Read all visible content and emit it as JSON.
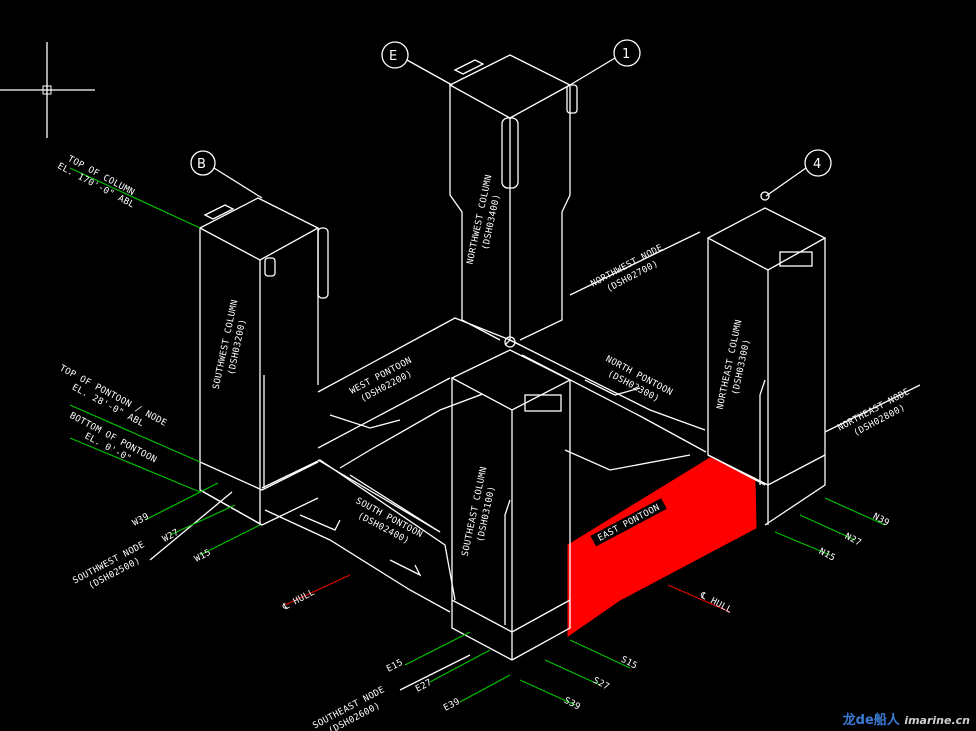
{
  "colors": {
    "background": "#000000",
    "lines": "#ffffff",
    "elevation_lines": "#00c000",
    "hull_centerline": "#e00000",
    "highlight": "#ff0000"
  },
  "grid_bubbles": [
    "B",
    "E",
    "1",
    "4"
  ],
  "columns": {
    "southwest": {
      "name": "SOUTHWEST COLUMN",
      "id": "(DSH03200)"
    },
    "northwest": {
      "name": "NORTHWEST COLUMN",
      "id": "(DSH03400)"
    },
    "northeast": {
      "name": "NORTHEAST COLUMN",
      "id": "(DSH03300)"
    },
    "southeast": {
      "name": "SOUTHEAST COLUMN",
      "id": "(DSH03100)"
    }
  },
  "pontoons": {
    "west": {
      "name": "WEST PONTOON",
      "id": "(DSH02200)"
    },
    "north": {
      "name": "NORTH PONTOON",
      "id": "(DSH02300)"
    },
    "south": {
      "name": "SOUTH PONTOON",
      "id": "(DSH02400)"
    },
    "east": {
      "name": "EAST PONTOON"
    }
  },
  "nodes": {
    "northwest": {
      "name": "NORTHWEST NODE",
      "id": "(DSH02700)"
    },
    "northeast": {
      "name": "NORTHEAST NODE",
      "id": "(DSH02800)"
    },
    "southwest": {
      "name": "SOUTHWEST NODE",
      "id": "(DSH02500)"
    },
    "southeast": {
      "name": "SOUTHEAST NODE",
      "id": "(DSH02600)"
    }
  },
  "elevations": {
    "top_of_column": {
      "label": "TOP OF COLUMN",
      "value": "EL. 170'-0\" ABL"
    },
    "top_of_pontoon": {
      "label": "TOP OF PONTOON / NODE",
      "value": "EL. 28'-0\" ABL"
    },
    "bottom_of_pontoon": {
      "label": "BOTTOM OF PONTOON",
      "value": "EL. 0'-0\""
    }
  },
  "hull_marks": {
    "west": "℄ HULL",
    "east": "℄ HULL"
  },
  "dimension_tags": {
    "west": [
      "W39",
      "W27",
      "W15"
    ],
    "east": [
      "N39",
      "N27",
      "N15"
    ],
    "south_left": [
      "E15",
      "E27",
      "E39"
    ],
    "south_right": [
      "S15",
      "S27",
      "S39"
    ]
  },
  "watermark": {
    "text": "龙de船人",
    "site": "imarine.cn"
  }
}
